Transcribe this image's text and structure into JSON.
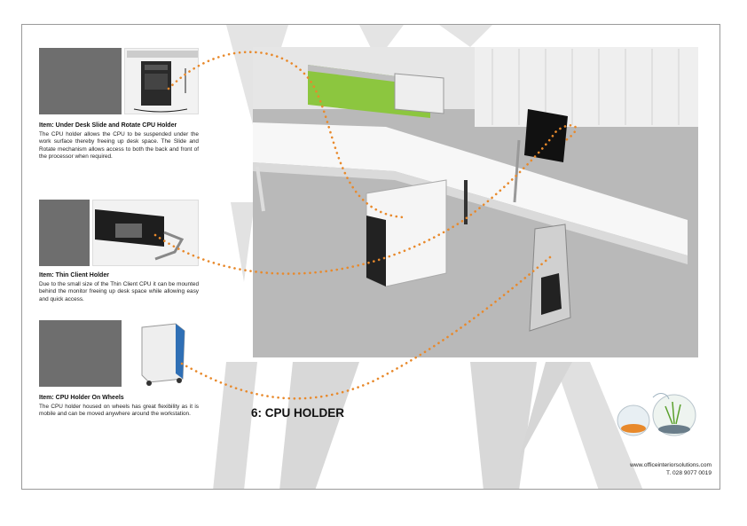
{
  "page": {
    "title": "6:  CPU HOLDER",
    "contact": {
      "website": "www.officeinteriorsolutions.com",
      "phone": "T. 028 9077 0019"
    },
    "items": [
      {
        "title": "Item: Under  Desk Slide and Rotate CPU Holder",
        "description": "The CPU holder allows the CPU to be suspended under the work surface thereby freeing up desk space. The Slide and Rotate mechanism allows access to both the back and front of the processor when required.",
        "image": "cpu-slide-rotate-photo"
      },
      {
        "title": "Item: Thin Client Holder",
        "description": "Due to the small size of the Thin Client CPU it can be mounted behind the monitor freeing up desk space while allowing easy and quick access.",
        "image": "thin-client-photo"
      },
      {
        "title": "Item: CPU Holder On Wheels",
        "description": "The CPU holder housed on wheels has great flexibility as it is mobile and can be moved anywhere around the workstation.",
        "image": "cpu-wheels-photo"
      }
    ],
    "colors": {
      "accent_dots": "#e8892b",
      "screen_green": "#8cc63f",
      "frame_border": "#9a9a9a",
      "thumb_gray": "#6e6e6e"
    }
  }
}
